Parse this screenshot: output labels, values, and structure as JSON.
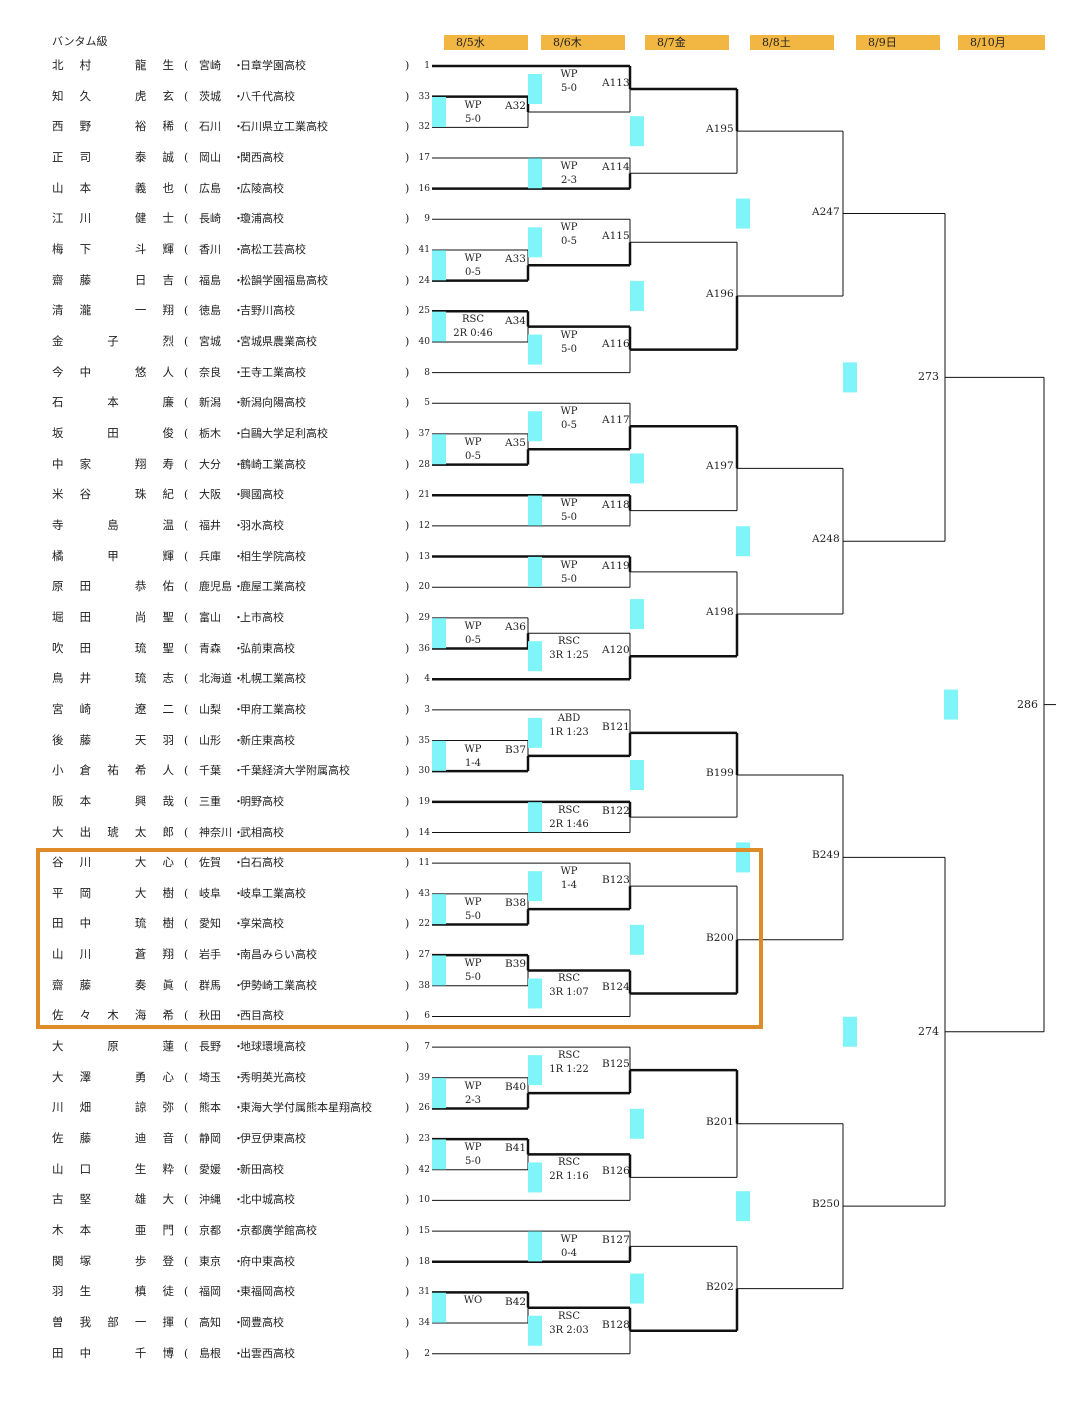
{
  "title": "バンタム級",
  "days": [
    "8/5水",
    "8/6木",
    "8/7金",
    "8/8土",
    "8/9日",
    "8/10月"
  ],
  "competitors": [
    {
      "name": "北村　龍生",
      "pref": "宮崎",
      "school": "日章学園高校",
      "seed": "1"
    },
    {
      "name": "知久　虎玄",
      "pref": "茨城",
      "school": "八千代高校",
      "seed": "33"
    },
    {
      "name": "西野　裕稀",
      "pref": "石川",
      "school": "石川県立工業高校",
      "seed": "32"
    },
    {
      "name": "正司　泰誠",
      "pref": "岡山",
      "school": "関西高校",
      "seed": "17"
    },
    {
      "name": "山本　義也",
      "pref": "広島",
      "school": "広陵高校",
      "seed": "16"
    },
    {
      "name": "江川　健士",
      "pref": "長崎",
      "school": "瓊浦高校",
      "seed": "9"
    },
    {
      "name": "梅下　斗輝",
      "pref": "香川",
      "school": "高松工芸高校",
      "seed": "41"
    },
    {
      "name": "齋藤　日吉",
      "pref": "福島",
      "school": "松韻学園福島高校",
      "seed": "24"
    },
    {
      "name": "清瀧　一翔",
      "pref": "徳島",
      "school": "吉野川高校",
      "seed": "25"
    },
    {
      "name": "金　子　烈",
      "pref": "宮城",
      "school": "宮城県農業高校",
      "seed": "40"
    },
    {
      "name": "今中　悠人",
      "pref": "奈良",
      "school": "王寺工業高校",
      "seed": "8"
    },
    {
      "name": "石　本　廉",
      "pref": "新潟",
      "school": "新潟向陽高校",
      "seed": "5"
    },
    {
      "name": "坂　田　俊",
      "pref": "栃木",
      "school": "白鷗大学足利高校",
      "seed": "37"
    },
    {
      "name": "中家　翔寿",
      "pref": "大分",
      "school": "鶴崎工業高校",
      "seed": "28"
    },
    {
      "name": "米谷　珠紀",
      "pref": "大阪",
      "school": "興國高校",
      "seed": "21"
    },
    {
      "name": "寺　島　温",
      "pref": "福井",
      "school": "羽水高校",
      "seed": "12"
    },
    {
      "name": "橘　甲　輝",
      "pref": "兵庫",
      "school": "相生学院高校",
      "seed": "13"
    },
    {
      "name": "原田　恭佑",
      "pref": "鹿児島",
      "school": "鹿屋工業高校",
      "seed": "20"
    },
    {
      "name": "堀田　尚聖",
      "pref": "富山",
      "school": "上市高校",
      "seed": "29"
    },
    {
      "name": "吹田　琉聖",
      "pref": "青森",
      "school": "弘前東高校",
      "seed": "36"
    },
    {
      "name": "鳥井　琉志",
      "pref": "北海道",
      "school": "札幌工業高校",
      "seed": "4"
    },
    {
      "name": "宮崎　遼二",
      "pref": "山梨",
      "school": "甲府工業高校",
      "seed": "3"
    },
    {
      "name": "後藤　天羽",
      "pref": "山形",
      "school": "新庄東高校",
      "seed": "35"
    },
    {
      "name": "小倉祐希人",
      "pref": "千葉",
      "school": "千葉経済大学附属高校",
      "seed": "30"
    },
    {
      "name": "阪本　興哉",
      "pref": "三重",
      "school": "明野高校",
      "seed": "19"
    },
    {
      "name": "大出琥太郎",
      "pref": "神奈川",
      "school": "武相高校",
      "seed": "14"
    },
    {
      "name": "谷川　大心",
      "pref": "佐賀",
      "school": "白石高校",
      "seed": "11"
    },
    {
      "name": "平岡　大樹",
      "pref": "岐阜",
      "school": "岐阜工業高校",
      "seed": "43"
    },
    {
      "name": "田中　琉樹",
      "pref": "愛知",
      "school": "享栄高校",
      "seed": "22"
    },
    {
      "name": "山川　蒼翔",
      "pref": "岩手",
      "school": "南昌みらい高校",
      "seed": "27"
    },
    {
      "name": "齋藤　奏眞",
      "pref": "群馬",
      "school": "伊勢崎工業高校",
      "seed": "38"
    },
    {
      "name": "佐々木海希",
      "pref": "秋田",
      "school": "西目高校",
      "seed": "6"
    },
    {
      "name": "大　原　蓮",
      "pref": "長野",
      "school": "地球環境高校",
      "seed": "7"
    },
    {
      "name": "大澤　勇心",
      "pref": "埼玉",
      "school": "秀明英光高校",
      "seed": "39"
    },
    {
      "name": "川畑　諒弥",
      "pref": "熊本",
      "school": "東海大学付属熊本星翔高校",
      "seed": "26"
    },
    {
      "name": "佐藤　迪音",
      "pref": "静岡",
      "school": "伊豆伊東高校",
      "seed": "23"
    },
    {
      "name": "山口　生粋",
      "pref": "愛媛",
      "school": "新田高校",
      "seed": "42"
    },
    {
      "name": "古堅　雄大",
      "pref": "沖縄",
      "school": "北中城高校",
      "seed": "10"
    },
    {
      "name": "木本　亜門",
      "pref": "京都",
      "school": "京都廣学館高校",
      "seed": "15"
    },
    {
      "name": "関塚　歩登",
      "pref": "東京",
      "school": "府中東高校",
      "seed": "18"
    },
    {
      "name": "羽生　槙徒",
      "pref": "福岡",
      "school": "東福岡高校",
      "seed": "31"
    },
    {
      "name": "曽我部一揮",
      "pref": "高知",
      "school": "岡豊高校",
      "seed": "34"
    },
    {
      "name": "田中　千博",
      "pref": "島根",
      "school": "出雲西高校",
      "seed": "2"
    }
  ],
  "r1": [
    {
      "id": "A32",
      "result": "WP",
      "detail": "5-0"
    },
    {
      "id": "A33",
      "result": "WP",
      "detail": "0-5"
    },
    {
      "id": "A34",
      "result": "RSC",
      "detail": "2R 0:46"
    },
    {
      "id": "A35",
      "result": "WP",
      "detail": "0-5"
    },
    {
      "id": "A36",
      "result": "WP",
      "detail": "0-5"
    },
    {
      "id": "B37",
      "result": "WP",
      "detail": "1-4"
    },
    {
      "id": "B38",
      "result": "WP",
      "detail": "5-0"
    },
    {
      "id": "B39",
      "result": "WP",
      "detail": "5-0"
    },
    {
      "id": "B40",
      "result": "WP",
      "detail": "2-3"
    },
    {
      "id": "B41",
      "result": "WP",
      "detail": "5-0"
    },
    {
      "id": "B42",
      "result": "WO",
      "detail": ""
    }
  ],
  "r2": [
    {
      "id": "A113",
      "result": "WP",
      "detail": "5-0"
    },
    {
      "id": "A114",
      "result": "WP",
      "detail": "2-3"
    },
    {
      "id": "A115",
      "result": "WP",
      "detail": "0-5"
    },
    {
      "id": "A116",
      "result": "WP",
      "detail": "5-0"
    },
    {
      "id": "A117",
      "result": "WP",
      "detail": "0-5"
    },
    {
      "id": "A118",
      "result": "WP",
      "detail": "5-0"
    },
    {
      "id": "A119",
      "result": "WP",
      "detail": "5-0"
    },
    {
      "id": "A120",
      "result": "RSC",
      "detail": "3R 1:25"
    },
    {
      "id": "B121",
      "result": "ABD",
      "detail": "1R 1:23"
    },
    {
      "id": "B122",
      "result": "RSC",
      "detail": "2R 1:46"
    },
    {
      "id": "B123",
      "result": "WP",
      "detail": "1-4"
    },
    {
      "id": "B124",
      "result": "RSC",
      "detail": "3R 1:07"
    },
    {
      "id": "B125",
      "result": "RSC",
      "detail": "1R 1:22"
    },
    {
      "id": "B126",
      "result": "RSC",
      "detail": "2R 1:16"
    },
    {
      "id": "B127",
      "result": "WP",
      "detail": "0-4"
    },
    {
      "id": "B128",
      "result": "RSC",
      "detail": "3R 2:03"
    }
  ],
  "r3": [
    "A195",
    "A196",
    "A197",
    "A198",
    "B199",
    "B200",
    "B201",
    "B202"
  ],
  "r4": [
    "A247",
    "A248",
    "B249",
    "B250"
  ],
  "r5": [
    "273",
    "274"
  ],
  "r6": "286",
  "colors": {
    "day": "#f2b742",
    "marker": "#7ff4f9",
    "highlight": "#e08b2a"
  }
}
